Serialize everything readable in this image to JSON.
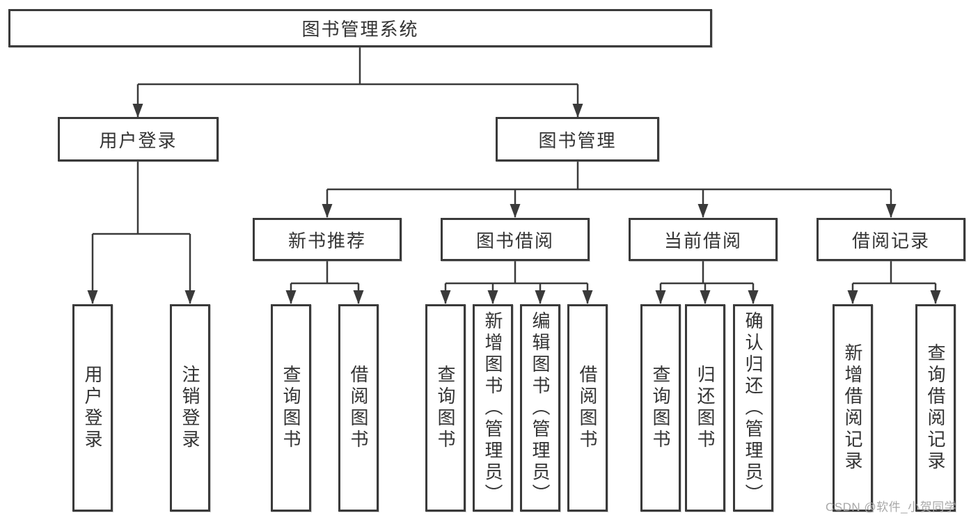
{
  "diagram": {
    "root": {
      "label": "图书管理系统"
    },
    "level2": [
      {
        "id": "user-login",
        "label": "用户登录"
      },
      {
        "id": "book-management",
        "label": "图书管理"
      }
    ],
    "level3": [
      {
        "id": "new-book-recommend",
        "label": "新书推荐"
      },
      {
        "id": "book-borrowing",
        "label": "图书借阅"
      },
      {
        "id": "current-borrowing",
        "label": "当前借阅"
      },
      {
        "id": "borrowing-records",
        "label": "借阅记录"
      }
    ],
    "leaves": [
      {
        "id": "leaf-user-login",
        "parent": "user-login",
        "label": "用户登录"
      },
      {
        "id": "leaf-logout",
        "parent": "user-login",
        "label": "注销登录"
      },
      {
        "id": "leaf-query-books-recommend",
        "parent": "new-book-recommend",
        "label": "查询图书"
      },
      {
        "id": "leaf-borrow-books-recommend",
        "parent": "new-book-recommend",
        "label": "借阅图书"
      },
      {
        "id": "leaf-query-books-borrowing",
        "parent": "book-borrowing",
        "label": "查询图书"
      },
      {
        "id": "leaf-add-books-admin",
        "parent": "book-borrowing",
        "label": "新增图书（管理员）"
      },
      {
        "id": "leaf-edit-books-admin",
        "parent": "book-borrowing",
        "label": "编辑图书（管理员）"
      },
      {
        "id": "leaf-borrow-books-borrowing",
        "parent": "book-borrowing",
        "label": "借阅图书"
      },
      {
        "id": "leaf-query-books-current",
        "parent": "current-borrowing",
        "label": "查询图书"
      },
      {
        "id": "leaf-return-books",
        "parent": "current-borrowing",
        "label": "归还图书"
      },
      {
        "id": "leaf-confirm-return-admin",
        "parent": "current-borrowing",
        "label": "确认归还（管理员）"
      },
      {
        "id": "leaf-add-borrow-record",
        "parent": "borrowing-records",
        "label": "新增借阅记录"
      },
      {
        "id": "leaf-query-borrow-record",
        "parent": "borrowing-records",
        "label": "查询借阅记录"
      }
    ]
  },
  "watermark": {
    "text": "CSDN @软件_小贺同学"
  },
  "colors": {
    "line": "#3a3a3a",
    "box_border": "#3a3a3a",
    "box_fill": "#ffffff",
    "text": "#333333",
    "watermark": "#a8a8a8",
    "background": "#ffffff"
  }
}
